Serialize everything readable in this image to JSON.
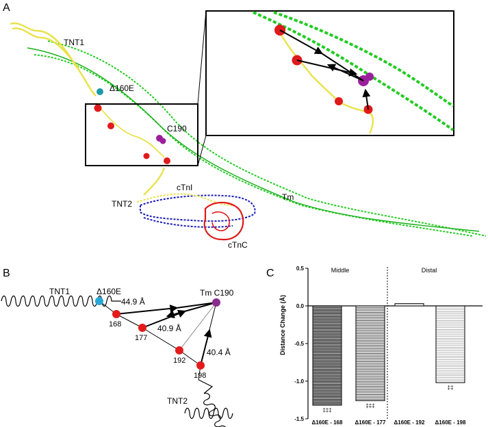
{
  "panels": {
    "A": {
      "letter": "A",
      "labels": {
        "tnt1": "TNT1",
        "d160e": "Δ160E",
        "c190": "C190",
        "ctni": "cTnI",
        "tm": "Tm",
        "tnt2": "TNT2",
        "ctnc": "cTnC"
      },
      "colors": {
        "tm_helix": "#1fcc1f",
        "tnt": "#e8e24a",
        "ctni": "#1a1ab8",
        "ctnc": "#e01818",
        "residue": "#e01a1a",
        "c190": "#9b1f9b",
        "d160e": "#1a9aa8"
      }
    },
    "B": {
      "letter": "B",
      "labels": {
        "tnt1": "TNT1",
        "d160e": "Δ160E",
        "tm_c190": "Tm C190",
        "tnt2": "TNT2"
      },
      "distances": [
        "44.9 Å",
        "40.9 Å",
        "40.4 Å"
      ],
      "residues": [
        "168",
        "177",
        "192",
        "198"
      ],
      "colors": {
        "d160e": "#27a9d8",
        "residue": "#e31b1b",
        "c190": "#8a2b90"
      }
    },
    "C": {
      "letter": "C",
      "group_labels": [
        "Middle",
        "Distal"
      ],
      "significance": [
        "‡‡‡",
        "‡‡‡",
        "‡‡"
      ]
    }
  },
  "chart_data": {
    "type": "bar",
    "categories": [
      "Δ160E - 168",
      "Δ160E - 177",
      "Δ160E - 192",
      "Δ160E - 198"
    ],
    "values": [
      -1.32,
      -1.26,
      0.03,
      -1.02
    ],
    "ylabel": "Distance Change (Å)",
    "ylim": [
      -1.5,
      0.5
    ],
    "yticks": [
      "0.5",
      "0.0",
      "-0.5",
      "-1.0",
      "-1.5"
    ],
    "grid": false
  }
}
